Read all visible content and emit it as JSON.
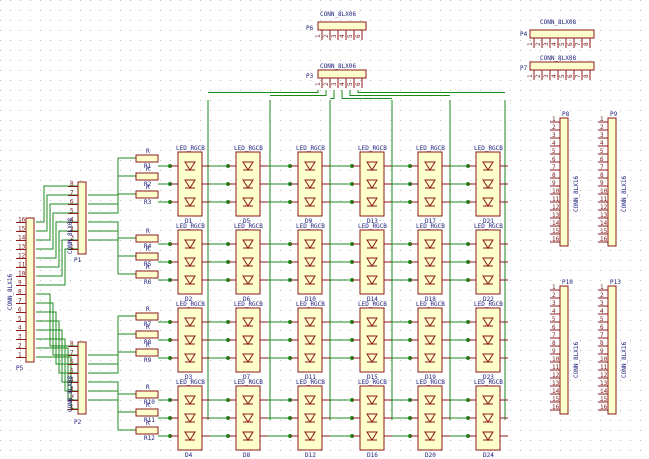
{
  "schematic": {
    "background": "#ffffff",
    "grid": true,
    "colors": {
      "wire": "#1e8a1e",
      "part": "#8b1a1a",
      "body": "#ffffcc",
      "label": "#1a1a7a"
    },
    "leds": {
      "value": "LED_RGCB",
      "refs": [
        [
          "D1",
          "D5",
          "D9",
          "D13",
          "D17",
          "D21"
        ],
        [
          "D2",
          "D6",
          "D10",
          "D14",
          "D18",
          "D22"
        ],
        [
          "D3",
          "D7",
          "D11",
          "D15",
          "D19",
          "D23"
        ],
        [
          "D4",
          "D8",
          "D12",
          "D16",
          "D20",
          "D24"
        ]
      ]
    },
    "resistors": {
      "value": "R",
      "refs": [
        "R1",
        "R2",
        "R3",
        "R4",
        "R5",
        "R6",
        "R7",
        "R8",
        "R9",
        "R10",
        "R11",
        "R12"
      ]
    },
    "connectors": {
      "P1": {
        "ref": "P1",
        "value": "CONN_8LX08",
        "pins": [
          "8",
          "7",
          "6",
          "5",
          "4",
          "3",
          "2",
          "1"
        ]
      },
      "P2": {
        "ref": "P2",
        "value": "CONN_8LX08",
        "pins": [
          "8",
          "7",
          "6",
          "5",
          "4",
          "3",
          "2",
          "1"
        ]
      },
      "P3": {
        "ref": "P3",
        "value": "CONN_8LX06",
        "pins": [
          "1",
          "2",
          "3",
          "4",
          "5",
          "6"
        ]
      },
      "P4": {
        "ref": "P4",
        "value": "CONN_8LX08",
        "pins": [
          "1",
          "2",
          "3",
          "4",
          "5",
          "6",
          "7",
          "8"
        ]
      },
      "P5": {
        "ref": "P5",
        "value": "CONN_8LX16",
        "pins": [
          "16",
          "15",
          "14",
          "13",
          "12",
          "11",
          "10",
          "9",
          "8",
          "7",
          "6",
          "5",
          "4",
          "3",
          "2",
          "1"
        ]
      },
      "P6": {
        "ref": "P6",
        "value": "CONN_8LX06",
        "pins": [
          "1",
          "2",
          "3",
          "4",
          "5",
          "6"
        ]
      },
      "P7": {
        "ref": "P7",
        "value": "CONN_8LX08",
        "pins": [
          "1",
          "2",
          "3",
          "4",
          "5",
          "6",
          "7",
          "8"
        ]
      },
      "P8": {
        "ref": "P8",
        "value": "CONN_8LX16",
        "pins": [
          "1",
          "2",
          "3",
          "4",
          "5",
          "6",
          "7",
          "8",
          "9",
          "10",
          "11",
          "12",
          "13",
          "14",
          "15",
          "16"
        ]
      },
      "P9": {
        "ref": "P9",
        "value": "CONN_8LX16",
        "pins": [
          "1",
          "2",
          "3",
          "4",
          "5",
          "6",
          "7",
          "8",
          "9",
          "10",
          "11",
          "12",
          "13",
          "14",
          "15",
          "16"
        ]
      },
      "P10": {
        "ref": "P10",
        "value": "CONN_8LX16",
        "pins": [
          "1",
          "2",
          "3",
          "4",
          "5",
          "6",
          "7",
          "8",
          "9",
          "10",
          "11",
          "12",
          "13",
          "14",
          "15",
          "16"
        ]
      },
      "P13": {
        "ref": "P13",
        "value": "CONN_8LX16",
        "pins": [
          "1",
          "2",
          "3",
          "4",
          "5",
          "6",
          "7",
          "8",
          "9",
          "10",
          "11",
          "12",
          "13",
          "14",
          "15",
          "16"
        ]
      }
    }
  }
}
